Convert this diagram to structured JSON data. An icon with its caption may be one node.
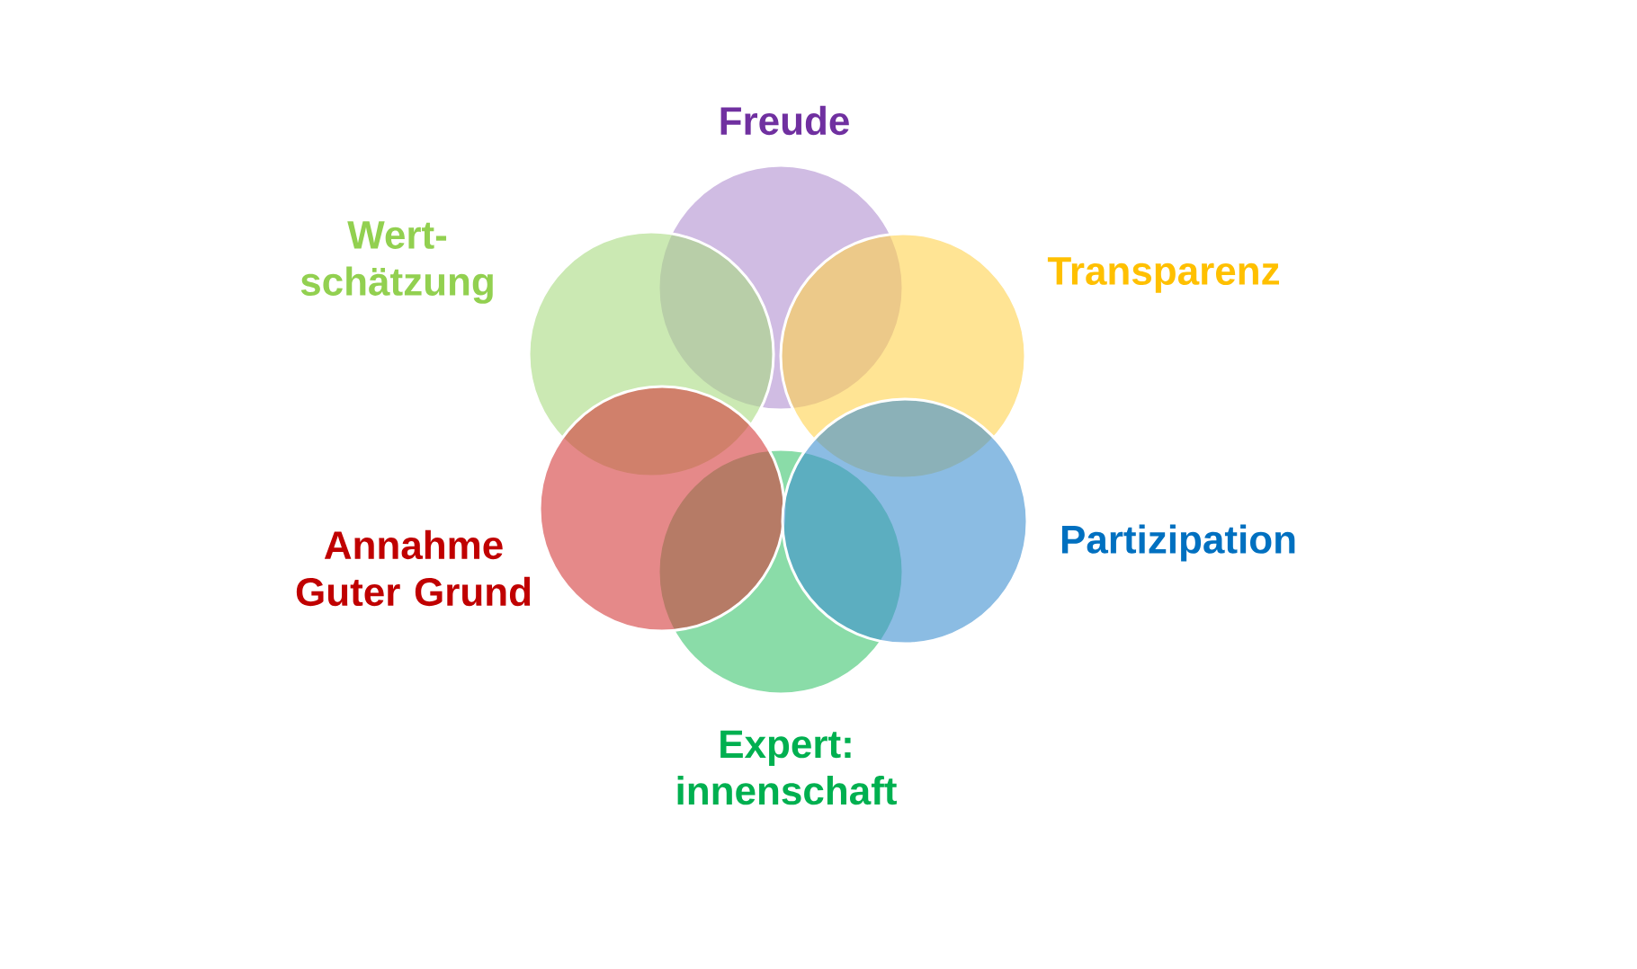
{
  "diagram": {
    "nodes": [
      {
        "text": [
          "Freude"
        ]
      },
      {
        "text": [
          "Wert- schätzung"
        ]
      },
      {
        "text": [
          "Transparenz"
        ]
      },
      {
        "text": [
          "Annahme Guter Grund"
        ]
      },
      {
        "text": [
          "Partizipation"
        ]
      },
      {
        "text": [
          "Expert: innenschaft"
        ]
      }
    ],
    "edges": []
  }
}
